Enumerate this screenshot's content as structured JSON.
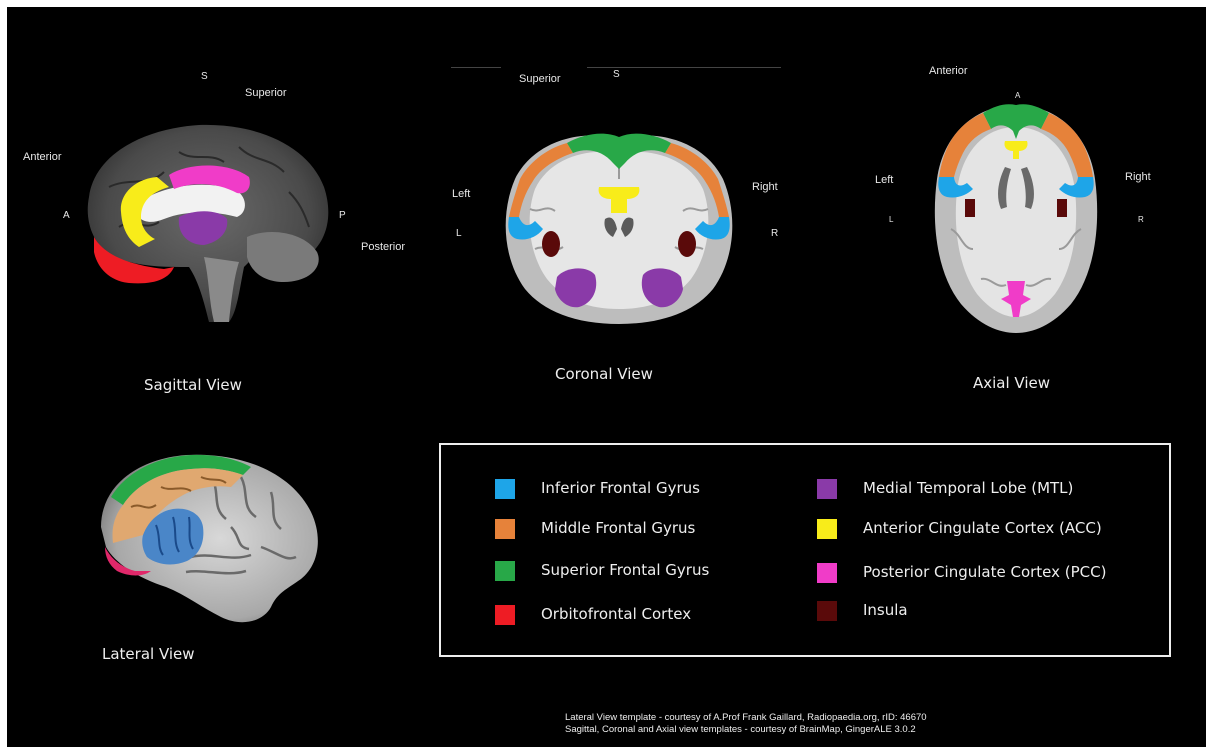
{
  "colors": {
    "inferior_frontal": "#1ea5e8",
    "middle_frontal": "#e6823a",
    "superior_frontal": "#28a848",
    "orbitofrontal": "#ee1c24",
    "mtl": "#8a3aa8",
    "acc": "#f8ec1a",
    "pcc": "#f03cc8",
    "insula": "#5a0a0a"
  },
  "sagittal": {
    "view_label": "Sagittal View",
    "s": "S",
    "superior": "Superior",
    "anterior": "Anterior",
    "a": "A",
    "p": "P",
    "posterior": "Posterior"
  },
  "coronal": {
    "view_label": "Coronal View",
    "superior": "Superior",
    "s": "S",
    "left": "Left",
    "l": "L",
    "right": "Right",
    "r": "R"
  },
  "axial": {
    "view_label": "Axial View",
    "anterior": "Anterior",
    "a": "A",
    "left": "Left",
    "l": "L",
    "right": "Right",
    "r": "R"
  },
  "lateral": {
    "view_label": "Lateral View"
  },
  "legend": {
    "items": [
      {
        "label": "Inferior Frontal Gyrus",
        "color": "#1ea5e8"
      },
      {
        "label": "Middle Frontal Gyrus",
        "color": "#e6823a"
      },
      {
        "label": "Superior Frontal Gyrus",
        "color": "#28a848"
      },
      {
        "label": "Orbitofrontal Cortex",
        "color": "#ee1c24"
      },
      {
        "label": "Medial Temporal Lobe (MTL)",
        "color": "#8a3aa8"
      },
      {
        "label": "Anterior Cingulate Cortex (ACC)",
        "color": "#f8ec1a"
      },
      {
        "label": "Posterior Cingulate Cortex (PCC)",
        "color": "#f03cc8"
      },
      {
        "label": "Insula",
        "color": "#5a0a0a"
      }
    ]
  },
  "credits": {
    "line1": "Lateral View template -   courtesy of A.Prof Frank Gaillard, Radiopaedia.org, rID: 46670",
    "line2": "Sagittal, Coronal and Axial view templates - courtesy of BrainMap, GingerALE 3.0.2"
  }
}
